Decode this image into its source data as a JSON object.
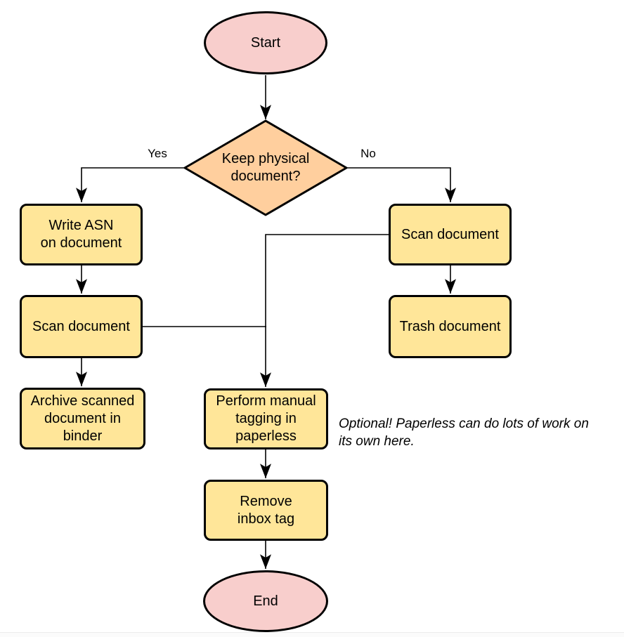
{
  "flowchart": {
    "nodes": {
      "start": "Start",
      "decision": "Keep physical\ndocument?",
      "write_asn": "Write ASN\non document",
      "scan_left": "Scan document",
      "archive": "Archive scanned\ndocument in\nbinder",
      "scan_right": "Scan document",
      "trash": "Trash document",
      "tagging": "Perform manual\ntagging in\npaperless",
      "remove_inbox": "Remove\ninbox tag",
      "end": "End"
    },
    "edge_labels": {
      "yes": "Yes",
      "no": "No"
    },
    "note": "Optional! Paperless can do lots of work on\nits own here.",
    "edges": [
      {
        "from": "start",
        "to": "decision",
        "label": ""
      },
      {
        "from": "decision",
        "to": "write_asn",
        "label": "Yes"
      },
      {
        "from": "decision",
        "to": "scan_right",
        "label": "No"
      },
      {
        "from": "write_asn",
        "to": "scan_left",
        "label": ""
      },
      {
        "from": "scan_left",
        "to": "archive",
        "label": ""
      },
      {
        "from": "scan_left",
        "to": "tagging",
        "label": ""
      },
      {
        "from": "scan_right",
        "to": "trash",
        "label": ""
      },
      {
        "from": "scan_right",
        "to": "tagging",
        "label": ""
      },
      {
        "from": "tagging",
        "to": "remove_inbox",
        "label": ""
      },
      {
        "from": "remove_inbox",
        "to": "end",
        "label": ""
      }
    ],
    "colors": {
      "terminator_fill": "#f8cecc",
      "decision_fill": "#ffcf9e",
      "process_fill": "#ffe699",
      "stroke": "#000000",
      "background": "#ffffff"
    }
  }
}
